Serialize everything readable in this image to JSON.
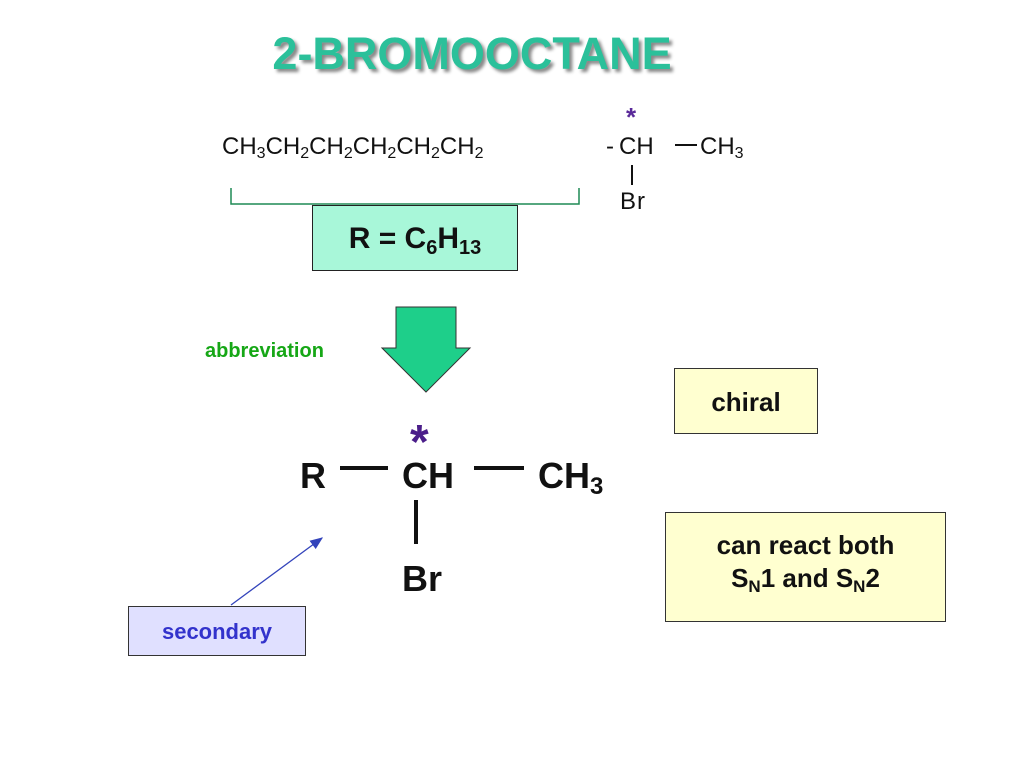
{
  "title": "2-BROMOOCTANE",
  "formula": {
    "groups": [
      {
        "base": "CH",
        "sub": "3"
      },
      {
        "base": "CH",
        "sub": "2"
      },
      {
        "base": "CH",
        "sub": "2"
      },
      {
        "base": "CH",
        "sub": "2"
      },
      {
        "base": "CH",
        "sub": "2"
      },
      {
        "base": "CH",
        "sub": "2"
      }
    ],
    "dash": "-",
    "ch": "CH",
    "ch3_base": "CH",
    "ch3_sub": "3",
    "star": "*",
    "br": "Br"
  },
  "r_box": {
    "prefix": "R = C",
    "c_sub": "6",
    "h": "H",
    "h_sub": "13"
  },
  "arrow_label": "abbreviation",
  "abbreviated": {
    "r": "R",
    "ch": "CH",
    "ch3_base": "CH",
    "ch3_sub": "3",
    "br": "Br",
    "star": "*"
  },
  "chiral_label": "chiral",
  "react_box": {
    "line1": "can react both",
    "s1": "S",
    "n1": "N",
    "one": "1 and ",
    "s2": "S",
    "n2": "N",
    "two": "2"
  },
  "secondary_label": "secondary",
  "colors": {
    "title": "#2bc09a",
    "r_box_fill": "#a8f7d9",
    "arrow_fill": "#1ecf8a",
    "abbreviation_text": "#16a716",
    "star": "#4b1e8a",
    "note_box_fill": "#ffffd0",
    "secondary_fill": "#e0e0ff",
    "secondary_text": "#3333cc"
  }
}
